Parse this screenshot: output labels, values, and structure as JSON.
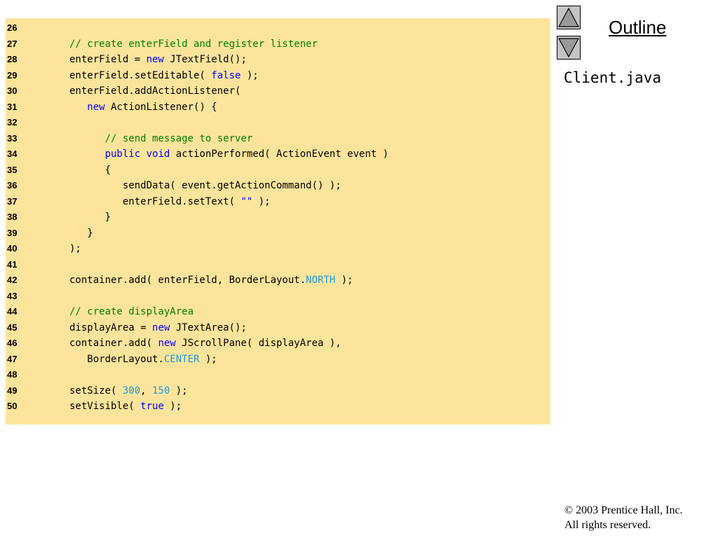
{
  "code": {
    "lines": [
      {
        "number": "26",
        "segments": []
      },
      {
        "number": "27",
        "segments": [
          {
            "type": "comment",
            "text": "// create enterField and register listener"
          }
        ]
      },
      {
        "number": "28",
        "segments": [
          {
            "type": "plain",
            "text": "enterField = "
          },
          {
            "type": "keyword",
            "text": "new"
          },
          {
            "type": "plain",
            "text": " JTextField();"
          }
        ]
      },
      {
        "number": "29",
        "segments": [
          {
            "type": "plain",
            "text": "enterField.setEditable( "
          },
          {
            "type": "keyword",
            "text": "false"
          },
          {
            "type": "plain",
            "text": " );"
          }
        ]
      },
      {
        "number": "30",
        "segments": [
          {
            "type": "plain",
            "text": "enterField.addActionListener("
          }
        ]
      },
      {
        "number": "31",
        "segments": [
          {
            "type": "plain",
            "text": "   "
          },
          {
            "type": "keyword",
            "text": "new"
          },
          {
            "type": "plain",
            "text": " ActionListener() {"
          }
        ]
      },
      {
        "number": "32",
        "segments": []
      },
      {
        "number": "33",
        "segments": [
          {
            "type": "plain",
            "text": "      "
          },
          {
            "type": "comment",
            "text": "// send message to server"
          }
        ]
      },
      {
        "number": "34",
        "segments": [
          {
            "type": "plain",
            "text": "      "
          },
          {
            "type": "keyword",
            "text": "public"
          },
          {
            "type": "plain",
            "text": " "
          },
          {
            "type": "keyword",
            "text": "void"
          },
          {
            "type": "plain",
            "text": " actionPerformed( ActionEvent event )"
          }
        ]
      },
      {
        "number": "35",
        "segments": [
          {
            "type": "plain",
            "text": "      {"
          }
        ]
      },
      {
        "number": "36",
        "segments": [
          {
            "type": "plain",
            "text": "         sendData( event.getActionCommand() );"
          }
        ]
      },
      {
        "number": "37",
        "segments": [
          {
            "type": "plain",
            "text": "         enterField.setText( "
          },
          {
            "type": "literal",
            "text": "\"\""
          },
          {
            "type": "plain",
            "text": " );"
          }
        ]
      },
      {
        "number": "38",
        "segments": [
          {
            "type": "plain",
            "text": "      }"
          }
        ]
      },
      {
        "number": "39",
        "segments": [
          {
            "type": "plain",
            "text": "   }"
          }
        ]
      },
      {
        "number": "40",
        "segments": [
          {
            "type": "plain",
            "text": ");"
          }
        ]
      },
      {
        "number": "41",
        "segments": []
      },
      {
        "number": "42",
        "segments": [
          {
            "type": "plain",
            "text": "container.add( enterField, BorderLayout."
          },
          {
            "type": "constant",
            "text": "NORTH"
          },
          {
            "type": "plain",
            "text": " );"
          }
        ]
      },
      {
        "number": "43",
        "segments": []
      },
      {
        "number": "44",
        "segments": [
          {
            "type": "comment",
            "text": "// create displayArea"
          }
        ]
      },
      {
        "number": "45",
        "segments": [
          {
            "type": "plain",
            "text": "displayArea = "
          },
          {
            "type": "keyword",
            "text": "new"
          },
          {
            "type": "plain",
            "text": " JTextArea();"
          }
        ]
      },
      {
        "number": "46",
        "segments": [
          {
            "type": "plain",
            "text": "container.add( "
          },
          {
            "type": "keyword",
            "text": "new"
          },
          {
            "type": "plain",
            "text": " JScrollPane( displayArea ),"
          }
        ]
      },
      {
        "number": "47",
        "segments": [
          {
            "type": "plain",
            "text": "   BorderLayout."
          },
          {
            "type": "constant",
            "text": "CENTER"
          },
          {
            "type": "plain",
            "text": " );"
          }
        ]
      },
      {
        "number": "48",
        "segments": []
      },
      {
        "number": "49",
        "segments": [
          {
            "type": "plain",
            "text": "setSize( "
          },
          {
            "type": "constant",
            "text": "300"
          },
          {
            "type": "plain",
            "text": ", "
          },
          {
            "type": "constant",
            "text": "150"
          },
          {
            "type": "plain",
            "text": " );"
          }
        ]
      },
      {
        "number": "50",
        "segments": [
          {
            "type": "plain",
            "text": "setVisible( "
          },
          {
            "type": "keyword",
            "text": "true"
          },
          {
            "type": "plain",
            "text": " );"
          }
        ]
      }
    ]
  },
  "navigation": {
    "up_icon": "triangle-up-icon",
    "down_icon": "triangle-down-icon"
  },
  "sidebar": {
    "outline_label": "Outline",
    "file_name": "Client.java"
  },
  "footer": {
    "copyright_line1": "© 2003 Prentice Hall, Inc.",
    "copyright_line2": "All rights reserved."
  },
  "colors": {
    "code_background": "#fde49c",
    "comment": "#008000",
    "keyword": "#0000ff",
    "constant": "#1f9bd8",
    "nav_button": "#c4c4c4"
  }
}
